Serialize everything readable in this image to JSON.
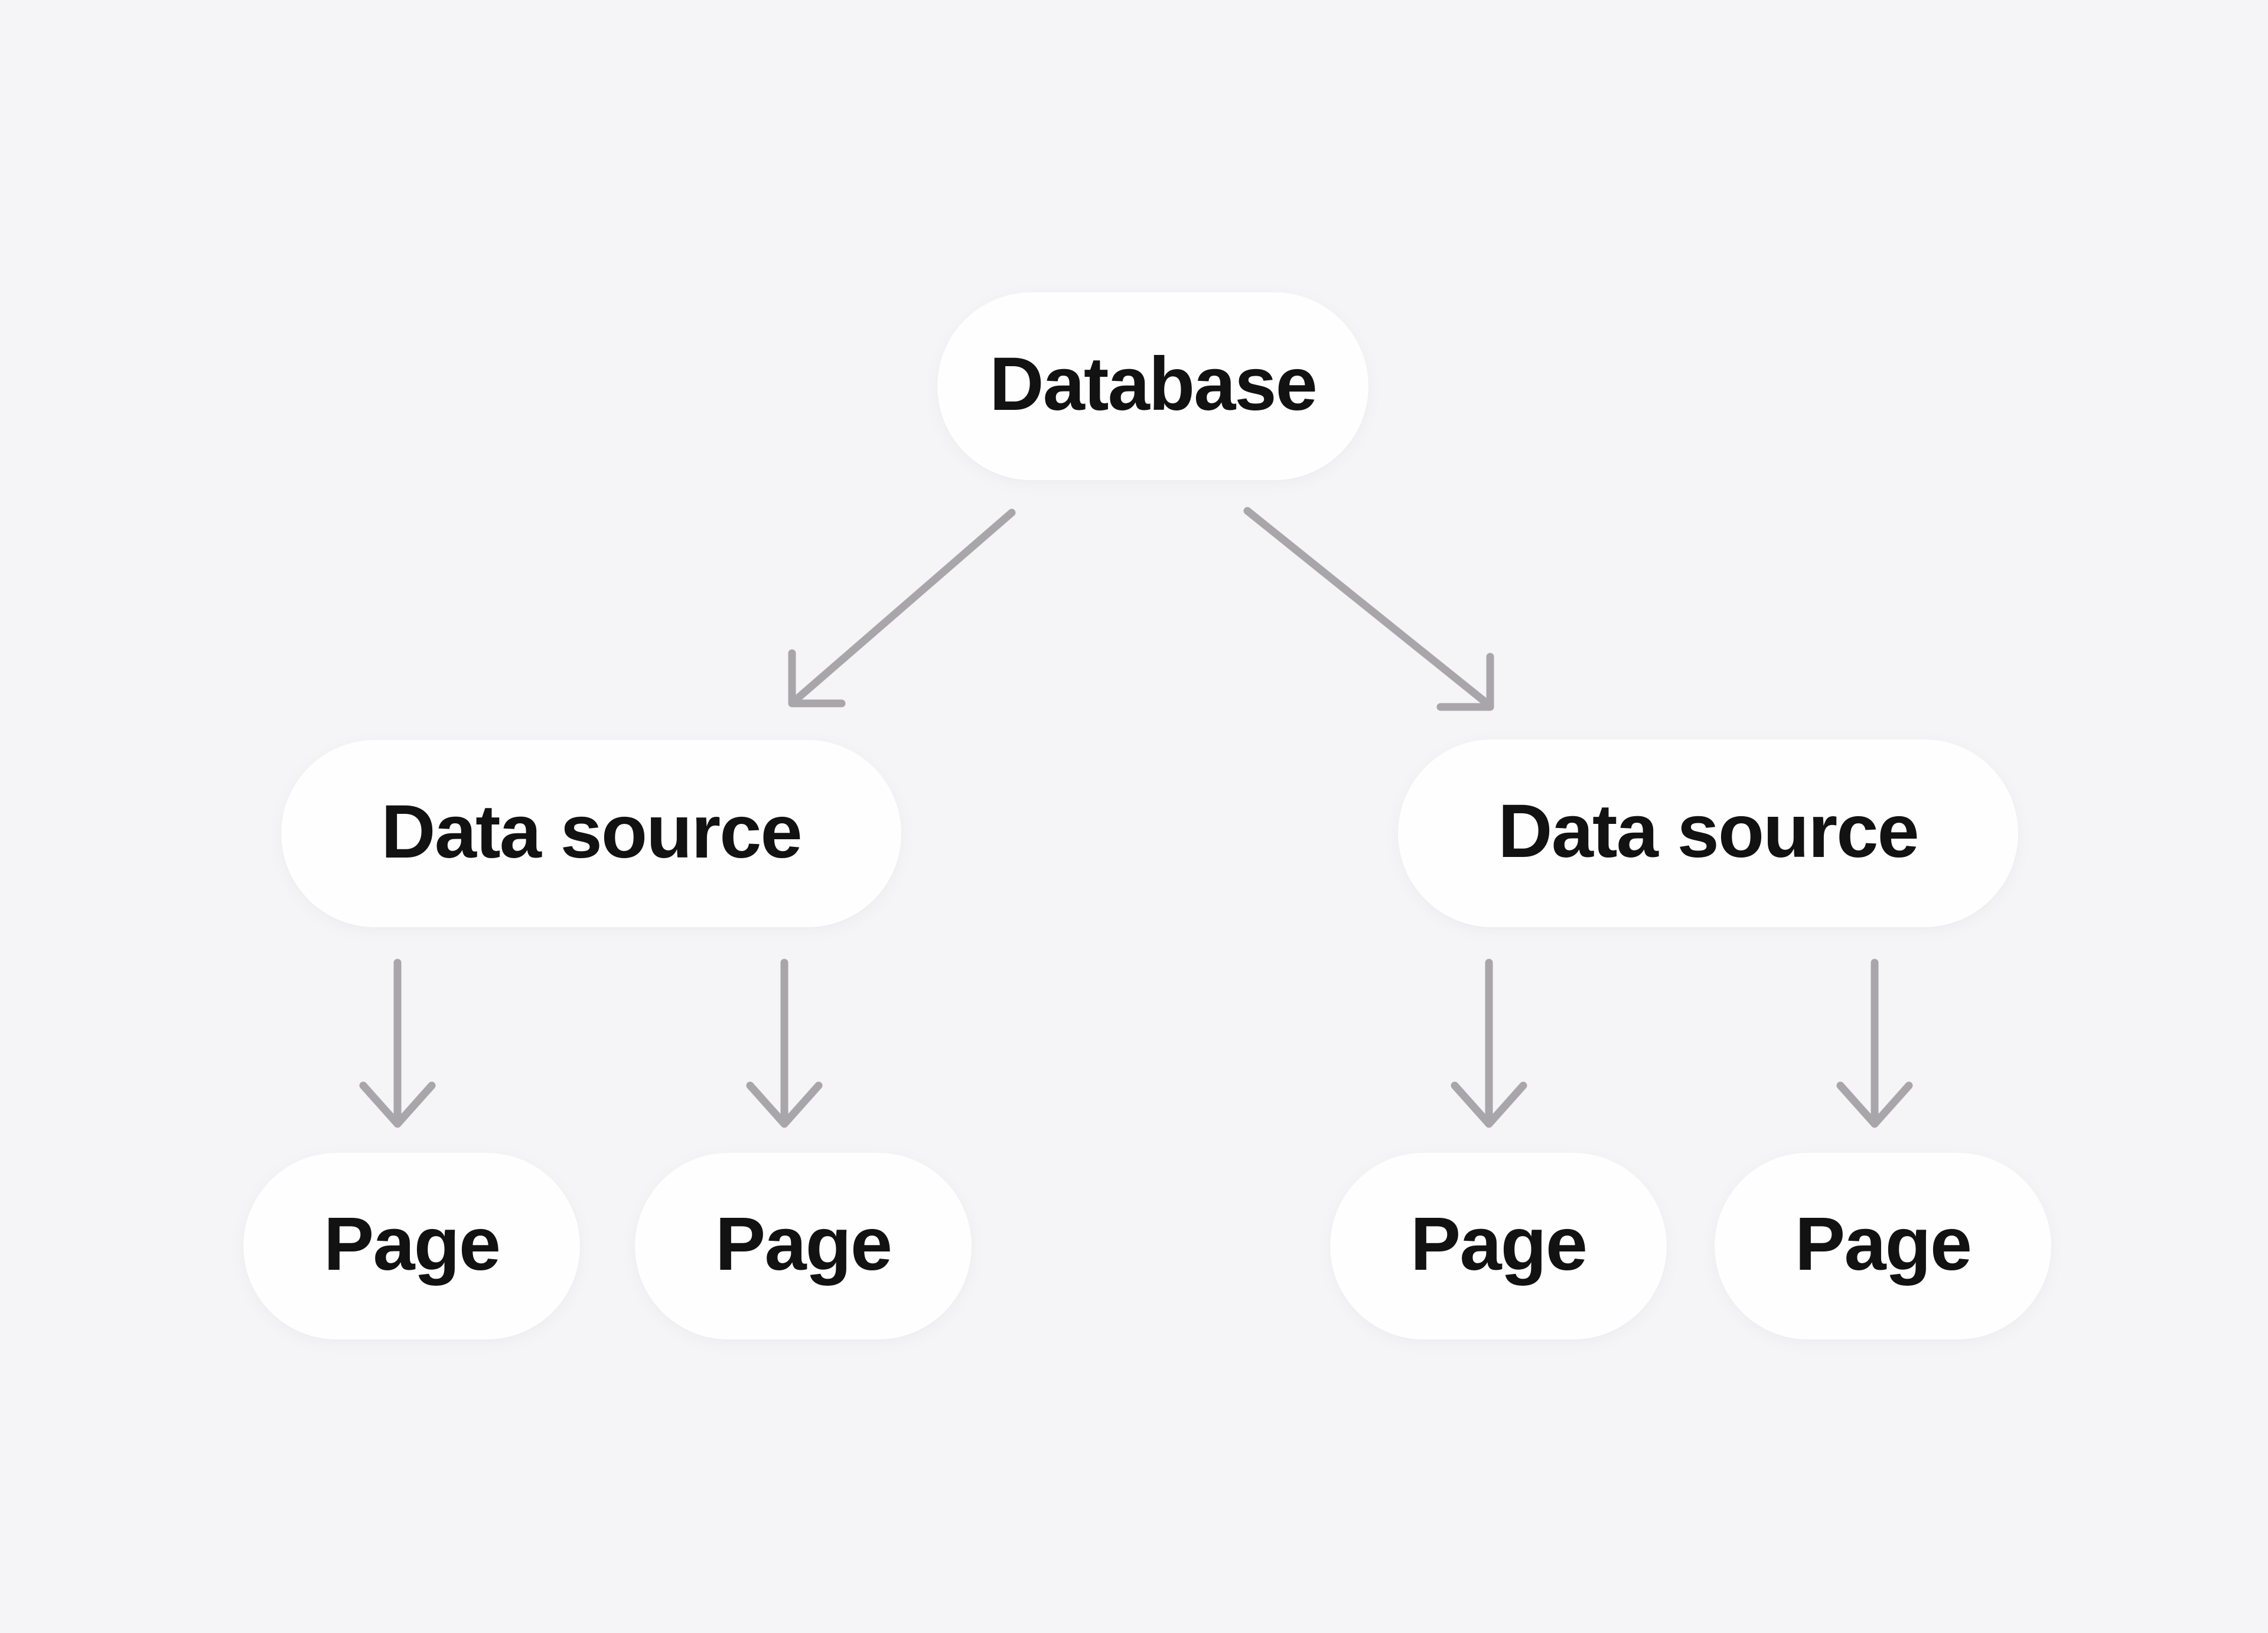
{
  "colors": {
    "background": "#F5F4F6",
    "node_fill": "#FEFEFE",
    "node_text": "#121212",
    "arrow": "#A9A6AB"
  },
  "nodes": {
    "database": {
      "label": "Database"
    },
    "datasource_left": {
      "label": "Data source"
    },
    "datasource_right": {
      "label": "Data source"
    },
    "page_left_1": {
      "label": "Page"
    },
    "page_left_2": {
      "label": "Page"
    },
    "page_right_1": {
      "label": "Page"
    },
    "page_right_2": {
      "label": "Page"
    }
  },
  "edges": [
    {
      "from": "database",
      "to": "datasource_left"
    },
    {
      "from": "database",
      "to": "datasource_right"
    },
    {
      "from": "datasource_left",
      "to": "page_left_1"
    },
    {
      "from": "datasource_left",
      "to": "page_left_2"
    },
    {
      "from": "datasource_right",
      "to": "page_right_1"
    },
    {
      "from": "datasource_right",
      "to": "page_right_2"
    }
  ]
}
